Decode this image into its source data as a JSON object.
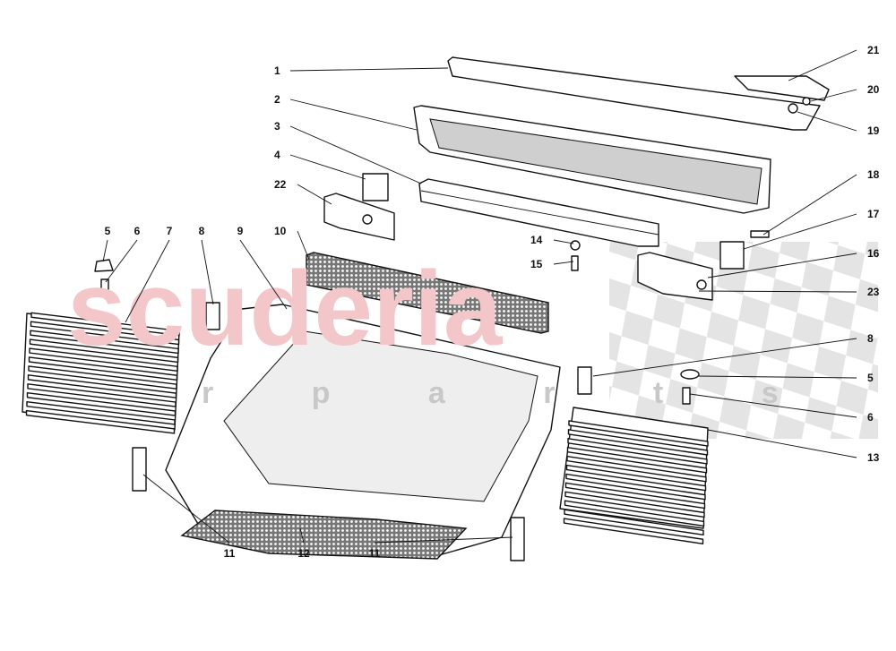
{
  "watermark": {
    "brand": "scuderia",
    "sub": "r p a r t s",
    "brand_color": "#f3c6ca",
    "sub_color": "#c8c8c8"
  },
  "callouts": [
    {
      "id": "c1",
      "label": "1"
    },
    {
      "id": "c2",
      "label": "2"
    },
    {
      "id": "c3",
      "label": "3"
    },
    {
      "id": "c4",
      "label": "4"
    },
    {
      "id": "c22",
      "label": "22"
    },
    {
      "id": "c10",
      "label": "10"
    },
    {
      "id": "c9",
      "label": "9"
    },
    {
      "id": "c8a",
      "label": "8"
    },
    {
      "id": "c7",
      "label": "7"
    },
    {
      "id": "c6a",
      "label": "6"
    },
    {
      "id": "c5a",
      "label": "5"
    },
    {
      "id": "c14",
      "label": "14"
    },
    {
      "id": "c15",
      "label": "15"
    },
    {
      "id": "c21",
      "label": "21"
    },
    {
      "id": "c20",
      "label": "20"
    },
    {
      "id": "c19",
      "label": "19"
    },
    {
      "id": "c18",
      "label": "18"
    },
    {
      "id": "c17",
      "label": "17"
    },
    {
      "id": "c16",
      "label": "16"
    },
    {
      "id": "c23",
      "label": "23"
    },
    {
      "id": "c8b",
      "label": "8"
    },
    {
      "id": "c5b",
      "label": "5"
    },
    {
      "id": "c6b",
      "label": "6"
    },
    {
      "id": "c13",
      "label": "13"
    },
    {
      "id": "c11a",
      "label": "11"
    },
    {
      "id": "c12",
      "label": "12"
    },
    {
      "id": "c11b",
      "label": "11"
    }
  ]
}
